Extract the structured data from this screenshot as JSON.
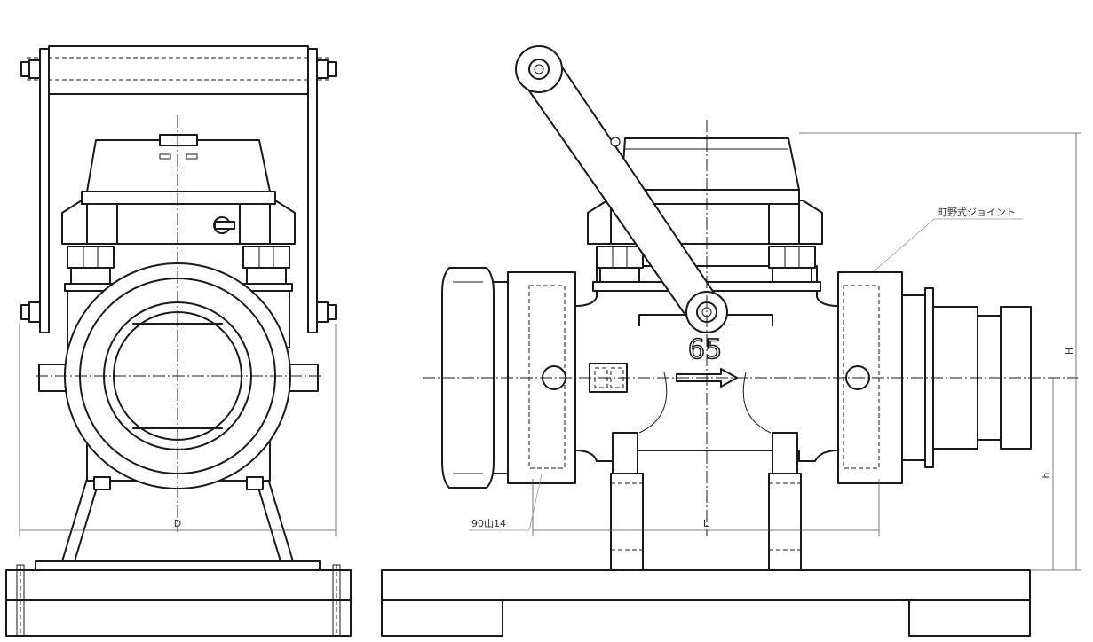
{
  "labels": {
    "joint": "町野式ジョイント",
    "thread": "90山14",
    "size_mark": "65",
    "dim_D": "D",
    "dim_L": "L",
    "dim_H": "H",
    "dim_h": "h"
  }
}
